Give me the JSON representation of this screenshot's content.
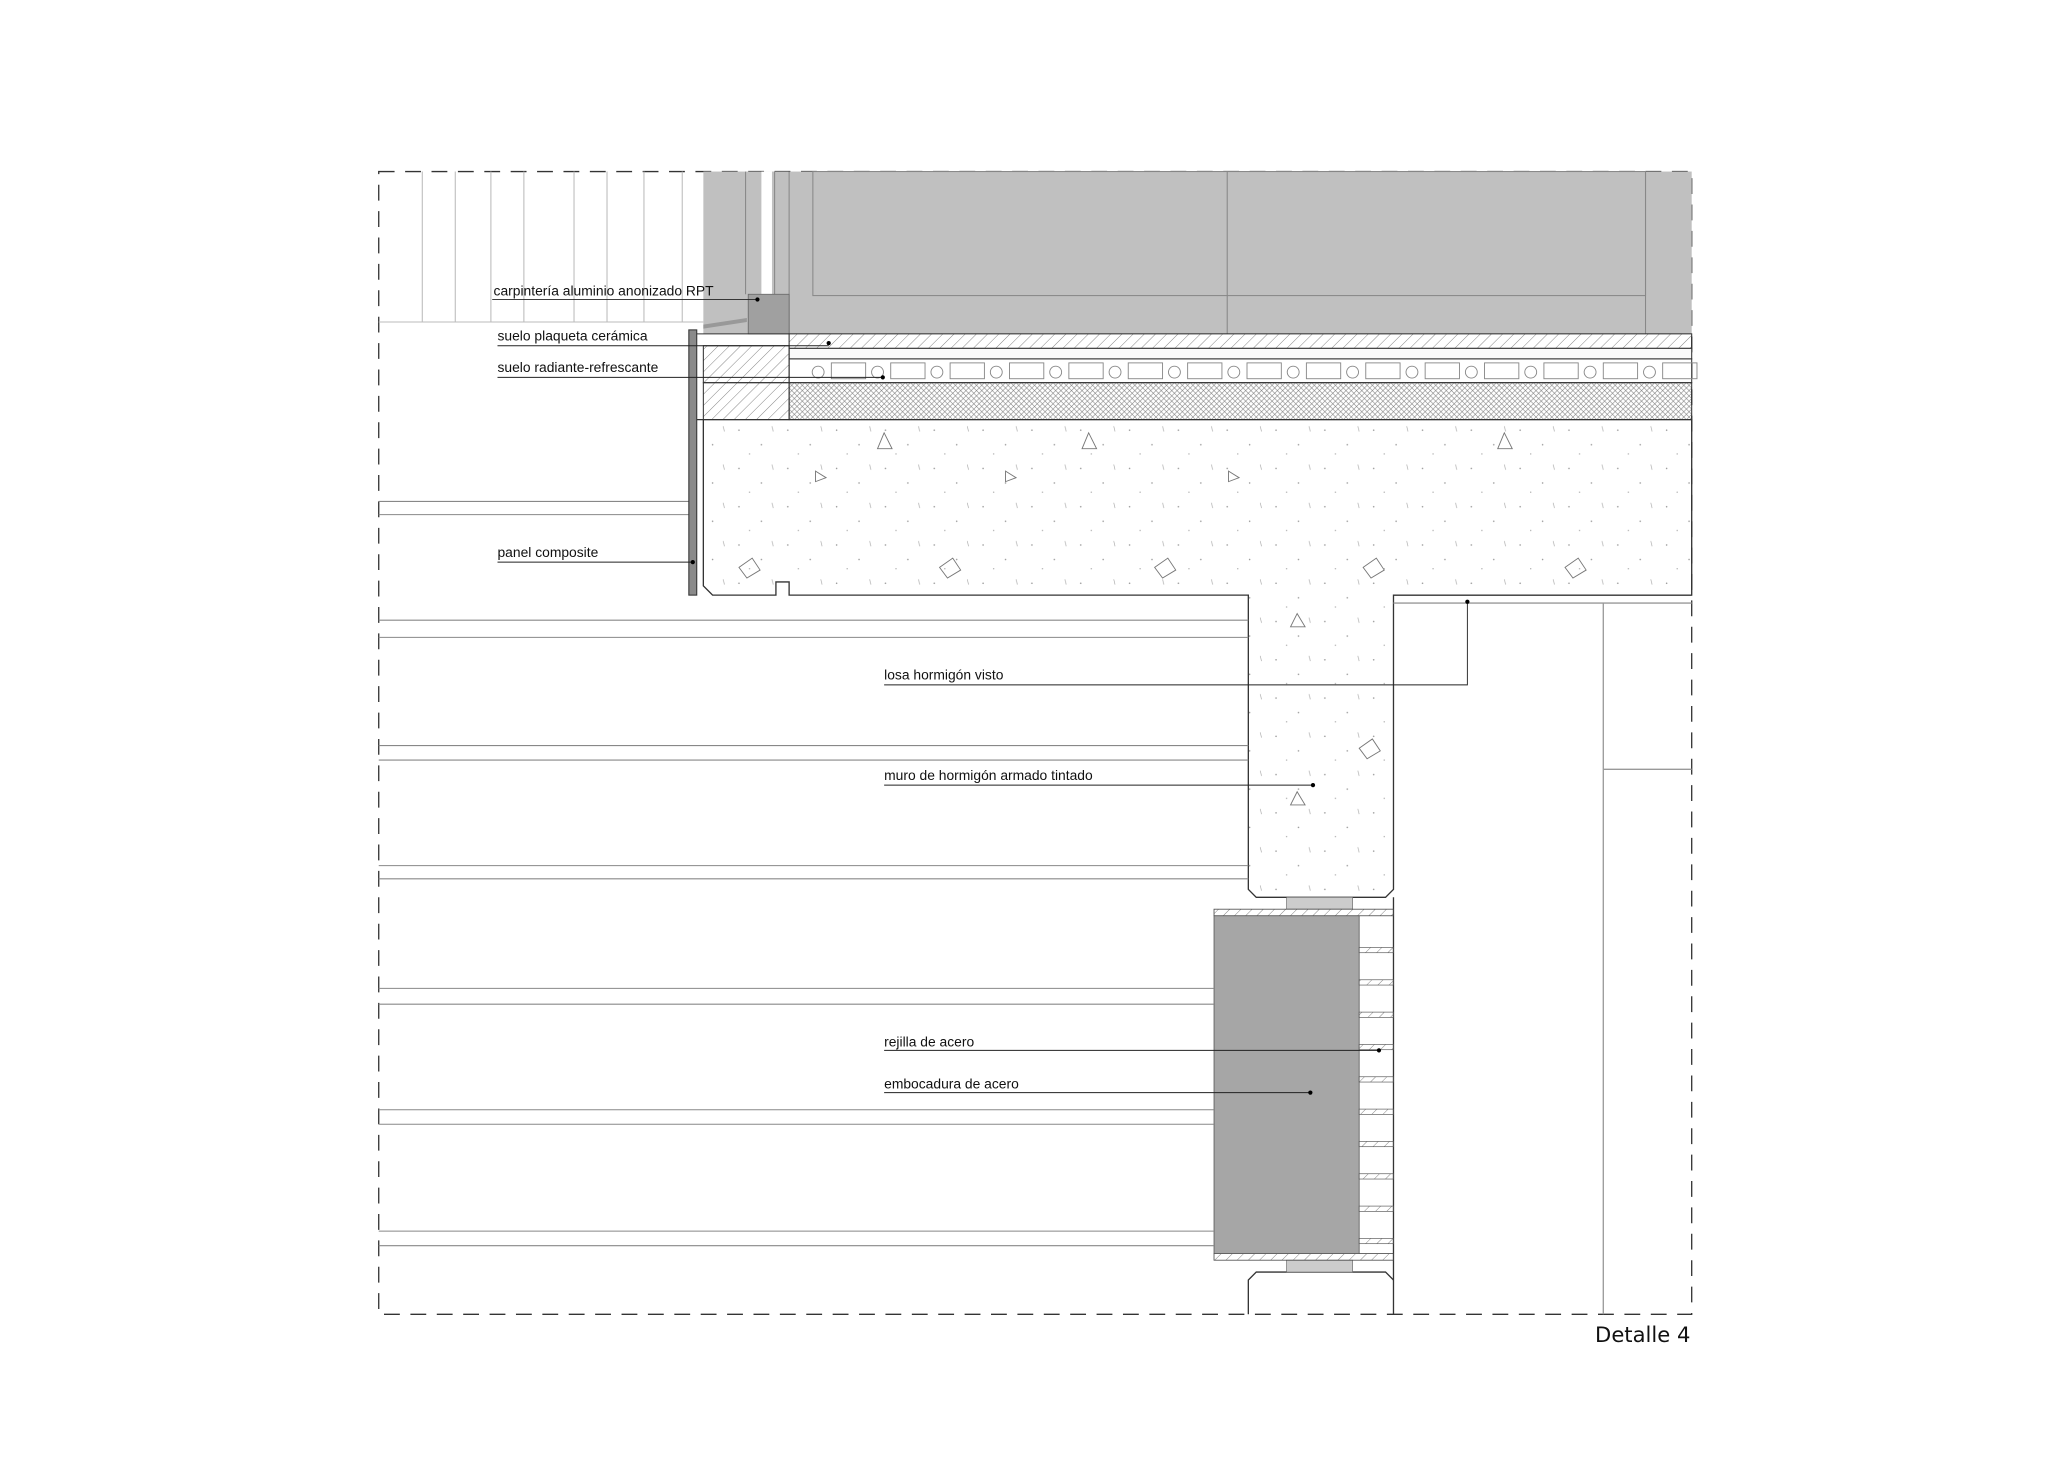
{
  "drawing": {
    "title": "Detalle 4",
    "labels": {
      "carpinteria": "carpintería aluminio anonizado RPT",
      "suelo_plaqueta": "suelo plaqueta cerámica",
      "suelo_radiante": "suelo radiante-refrescante",
      "panel": "panel composite",
      "losa": "losa hormigón visto",
      "muro": "muro de hormigón armado tintado",
      "rejilla": "rejilla de acero",
      "embocadura": "embocadura de acero"
    },
    "colors": {
      "window": "#c0c0c0",
      "steel_block": "#a6a6a6",
      "line": "#222222"
    }
  }
}
